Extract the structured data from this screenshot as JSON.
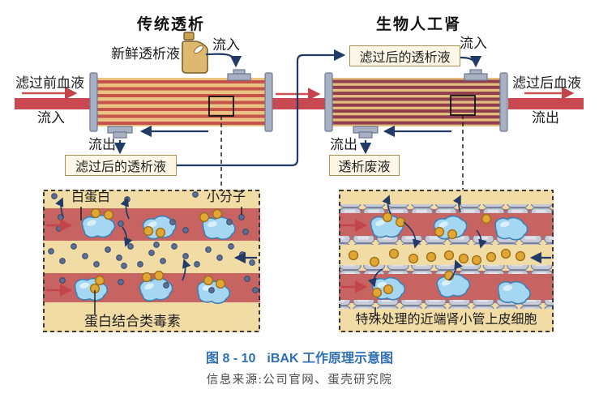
{
  "headings": {
    "left": "传统透析",
    "right": "生物人工肾"
  },
  "traditional": {
    "fresh_dialysate": "新鲜透析液",
    "dialysate_inflow": "流入",
    "blood_before": "滤过前血液",
    "blood_inflow": "流入",
    "dialysate_outflow": "流出",
    "filtered_dialysate": "滤过后的透析液"
  },
  "bioartificial": {
    "filtered_dialysate": "滤过后的透析液",
    "dialysate_inflow": "流入",
    "blood_after": "滤过后血液",
    "blood_outflow": "流出",
    "dialysate_outflow": "流出",
    "waste": "透析废液"
  },
  "inset_left": {
    "albumin": "白蛋白",
    "small_molecules": "小分子",
    "protein_bound_toxins": "蛋白结合类毒素"
  },
  "inset_right": {
    "epithelial_cells": "特殊处理的近端肾小管上皮细胞"
  },
  "caption": {
    "number": "图 8 - 10",
    "title": "iBAK 工作原理示意图",
    "source": "信息来源:公司官网、蛋壳研究院"
  },
  "colors": {
    "caption_blue": "#2F6FB6",
    "blood_red": "#C84A50",
    "panel_red": "#C76361",
    "panel_cream": "#F1DCA6",
    "navy": "#223A66",
    "dialyzer_tan": "#EAC383",
    "stripe_red": "#C5534B",
    "stripe_maroon": "#8F3F4D",
    "toxin_orange": "#E2A634",
    "albumin_blue": "#A6D7F2",
    "cell_gray": "#C6CBD7",
    "box_border": "#A89055"
  }
}
